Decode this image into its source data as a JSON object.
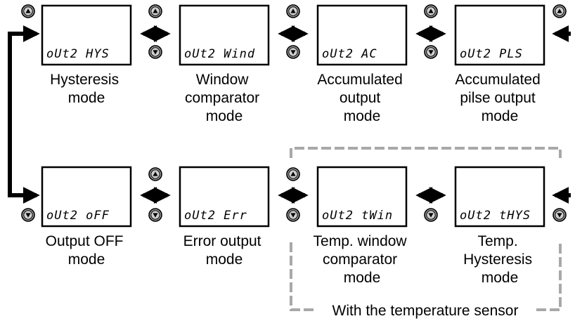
{
  "modes_top": [
    {
      "display": "oUt2  HYS",
      "caption": [
        "Hysteresis",
        "mode"
      ]
    },
    {
      "display": "oUt2  Wind",
      "caption": [
        "Window",
        "comparator",
        "mode"
      ]
    },
    {
      "display": "oUt2    AC",
      "caption": [
        "Accumulated",
        "output",
        "mode"
      ]
    },
    {
      "display": "oUt2   PLS",
      "caption": [
        "Accumulated",
        "pilse output",
        "mode"
      ]
    }
  ],
  "modes_bottom": [
    {
      "display": "oUt2   oFF",
      "caption": [
        "Output OFF",
        "mode"
      ]
    },
    {
      "display": "oUt2   Err",
      "caption": [
        "Error output",
        "mode"
      ]
    },
    {
      "display": "oUt2  tWin",
      "caption": [
        "Temp. window",
        "comparator",
        "mode"
      ]
    },
    {
      "display": "oUt2  tHYS",
      "caption": [
        "Temp.",
        "Hysteresis",
        "mode"
      ]
    }
  ],
  "buttons": {
    "up": "up-triangle-icon",
    "down": "down-triangle-icon"
  },
  "temperature_group_label": "With the temperature sensor",
  "colors": {
    "line": "#000000",
    "bracket": "#a8a8a8",
    "button_fill": "#9a9a9a"
  }
}
